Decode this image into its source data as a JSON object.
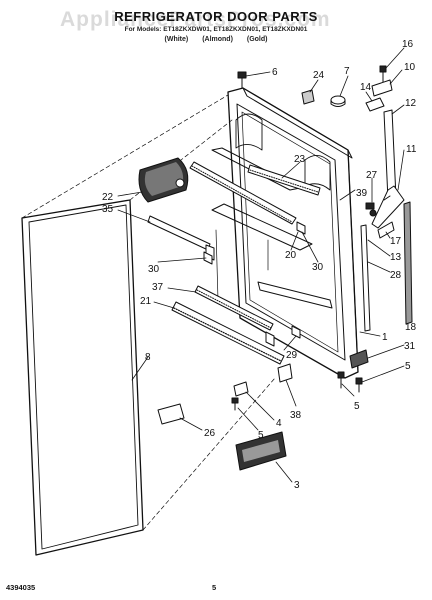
{
  "header": {
    "watermark": "AppliancePartsPros.com",
    "title": "REFRIGERATOR DOOR PARTS",
    "subtitle": "For Models: ET18ZKXDW01, ET18ZKXDN01, ET18ZKXDN01",
    "columns": [
      "(White)",
      "(Almond)",
      "(Gold)"
    ]
  },
  "footer": {
    "left": "4394035",
    "page": "5"
  },
  "callouts": [
    {
      "id": "c6",
      "label": "6"
    },
    {
      "id": "c24",
      "label": "24"
    },
    {
      "id": "c7",
      "label": "7"
    },
    {
      "id": "c16",
      "label": "16"
    },
    {
      "id": "c10",
      "label": "10"
    },
    {
      "id": "c14",
      "label": "14"
    },
    {
      "id": "c12",
      "label": "12"
    },
    {
      "id": "c23",
      "label": "23"
    },
    {
      "id": "c11",
      "label": "11"
    },
    {
      "id": "c27",
      "label": "27"
    },
    {
      "id": "c39",
      "label": "39"
    },
    {
      "id": "c22",
      "label": "22"
    },
    {
      "id": "c35",
      "label": "35"
    },
    {
      "id": "c17",
      "label": "17"
    },
    {
      "id": "c13",
      "label": "13"
    },
    {
      "id": "c20",
      "label": "20"
    },
    {
      "id": "c30a",
      "label": "30"
    },
    {
      "id": "c30b",
      "label": "30"
    },
    {
      "id": "c28",
      "label": "28"
    },
    {
      "id": "c37",
      "label": "37"
    },
    {
      "id": "c21",
      "label": "21"
    },
    {
      "id": "c18",
      "label": "18"
    },
    {
      "id": "c1",
      "label": "1"
    },
    {
      "id": "c29",
      "label": "29"
    },
    {
      "id": "c8",
      "label": "8"
    },
    {
      "id": "c31",
      "label": "31"
    },
    {
      "id": "c5a",
      "label": "5"
    },
    {
      "id": "c5b",
      "label": "5"
    },
    {
      "id": "c38",
      "label": "38"
    },
    {
      "id": "c4",
      "label": "4"
    },
    {
      "id": "c26",
      "label": "26"
    },
    {
      "id": "c5c",
      "label": "5"
    },
    {
      "id": "c3",
      "label": "3"
    }
  ]
}
